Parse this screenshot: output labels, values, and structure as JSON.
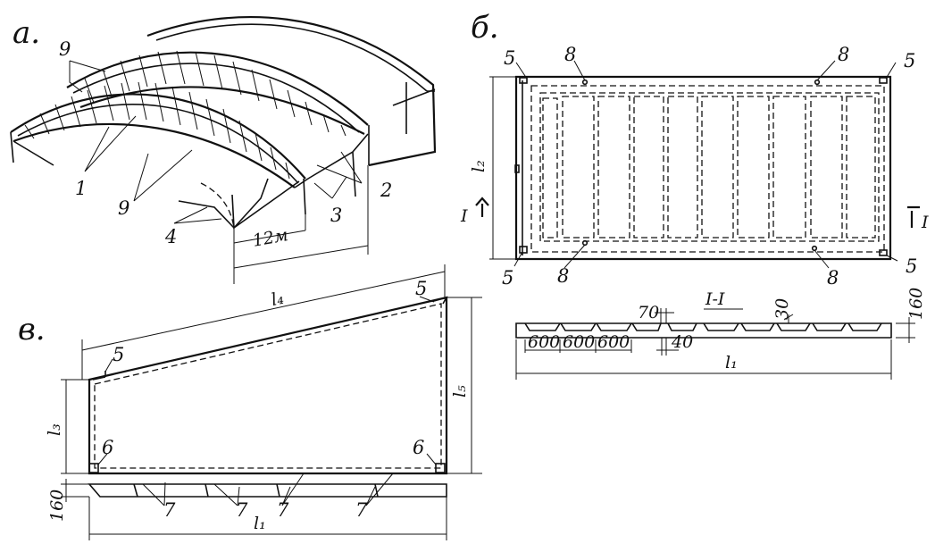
{
  "panels": {
    "a": {
      "label": "а.",
      "callouts": [
        "9",
        "1",
        "9",
        "4",
        "2",
        "3"
      ],
      "span_dimension": "12м"
    },
    "b": {
      "label": "б.",
      "corner_marks": [
        "5",
        "5",
        "5",
        "5"
      ],
      "points": [
        "8",
        "8",
        "8",
        "8"
      ],
      "height_label": "l₂",
      "section_marks": [
        "I",
        "I"
      ]
    },
    "section": {
      "title": "I-I",
      "rib_spacing": [
        "600",
        "600",
        "600"
      ],
      "dim_70": "70",
      "dim_40": "40",
      "dim_30": "30",
      "depth": "160",
      "length_label": "l₁"
    },
    "c": {
      "label": "в.",
      "top_length_label": "l₄",
      "left_height_label": "l₃",
      "right_height_label": "l₅",
      "corner_marks": [
        "5",
        "5"
      ],
      "bottom_marks": [
        "6",
        "6"
      ],
      "base_marks": [
        "7",
        "7",
        "7",
        "7"
      ],
      "base_thickness": "160",
      "base_length_label": "l₁"
    }
  },
  "colors": {
    "ink": "#111111",
    "paper": "#ffffff"
  }
}
